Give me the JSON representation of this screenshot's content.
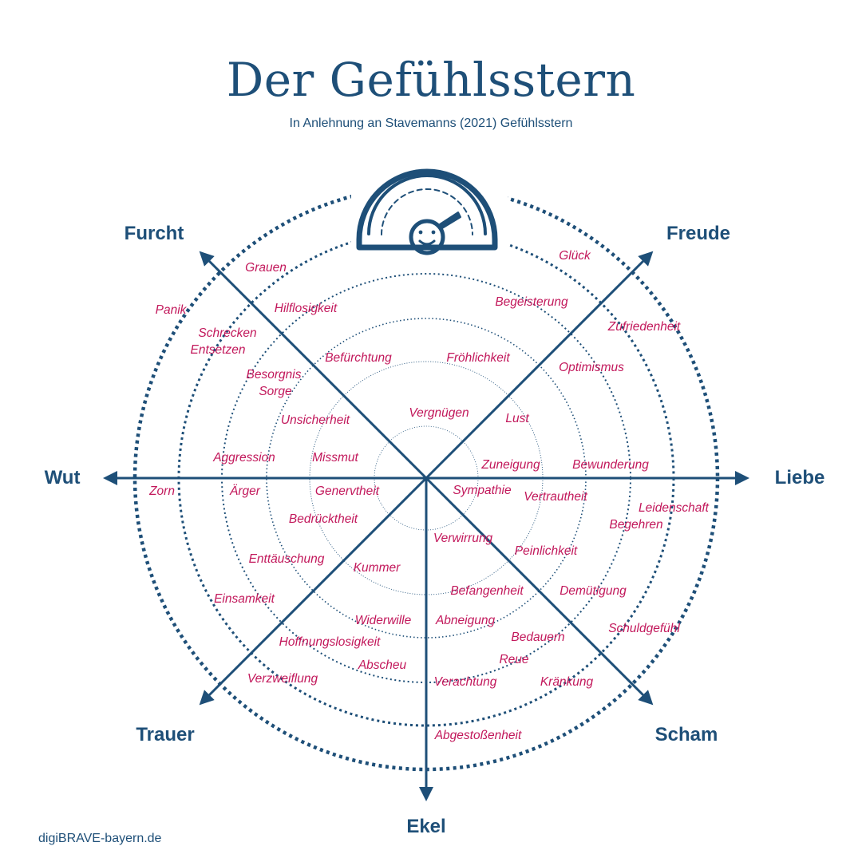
{
  "title": "Der Gefühlsstern",
  "subtitle": "In Anlehnung an Stavemanns (2021) Gefühlsstern",
  "footer": "digiBRAVE-bayern.de",
  "colors": {
    "primary": "#1e4f78",
    "emotion_text": "#c2185b",
    "background": "#ffffff"
  },
  "icon": "gauge-smiley-icon",
  "axes": {
    "freude": "Freude",
    "liebe": "Liebe",
    "scham": "Scham",
    "ekel": "Ekel",
    "trauer": "Trauer",
    "wut": "Wut",
    "furcht": "Furcht"
  },
  "emotions": {
    "glueck": "Glück",
    "begeisterung": "Begeisterung",
    "zufriedenheit": "Zufriedenheit",
    "optimismus": "Optimismus",
    "froehlichkeit": "Fröhlichkeit",
    "vergnuegen": "Vergnügen",
    "lust": "Lust",
    "zuneigung": "Zuneigung",
    "bewunderung": "Bewunderung",
    "sympathie": "Sympathie",
    "vertrautheit": "Vertrautheit",
    "leidenschaft": "Leidenschaft",
    "begehren": "Begehren",
    "peinlichkeit": "Peinlichkeit",
    "demuetigung": "Demütigung",
    "befangenheit": "Befangenheit",
    "schuldgefuehl": "Schuldgefühl",
    "bedauern": "Bedauern",
    "reue": "Reue",
    "kraenkung": "Kränkung",
    "verwirrung": "Verwirrung",
    "abneigung": "Abneigung",
    "verachtung": "Verachtung",
    "abgestossenheit": "Abgestoßenheit",
    "widerwille": "Widerwille",
    "abscheu": "Abscheu",
    "kummer": "Kummer",
    "hoffnungslosigkeit": "Hoffnungslosigkeit",
    "verzweiflung": "Verzweiflung",
    "einsamkeit": "Einsamkeit",
    "enttaeuschung": "Enttäuschung",
    "bedruecktheit": "Bedrücktheit",
    "genervtheit": "Genervtheit",
    "aerger": "Ärger",
    "zorn": "Zorn",
    "aggression": "Aggression",
    "missmut": "Missmut",
    "unsicherheit": "Unsicherheit",
    "besorgnis": "Besorgnis",
    "sorge": "Sorge",
    "befuerchtung": "Befürchtung",
    "schrecken": "Schrecken",
    "entsetzen": "Entsetzen",
    "panik": "Panik",
    "hilflosigkeit": "Hilflosigkeit",
    "grauen": "Grauen"
  }
}
